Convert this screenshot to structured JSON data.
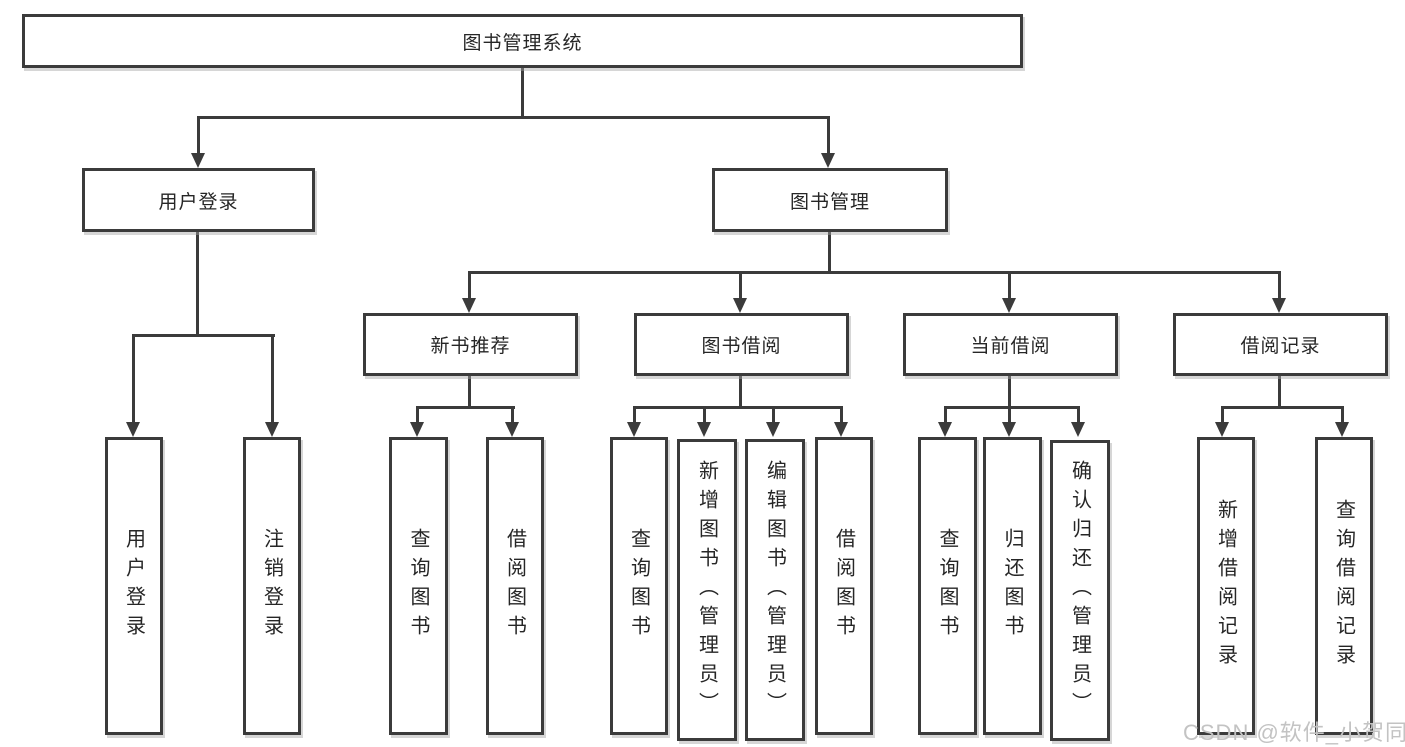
{
  "page": {
    "background": "#ffffff",
    "line_color": "#3b3b3b",
    "text_color": "#262626",
    "watermark_color": "#c3c3c3"
  },
  "diagram": {
    "type": "tree",
    "root": {
      "label": "图书管理系统"
    },
    "level2": [
      {
        "label": "用户登录"
      },
      {
        "label": "图书管理"
      }
    ],
    "login_children": [
      {
        "label": "用户登录"
      },
      {
        "label": "注销登录"
      }
    ],
    "modules": [
      {
        "label": "新书推荐",
        "children": [
          {
            "label": "查询图书"
          },
          {
            "label": "借阅图书"
          }
        ]
      },
      {
        "label": "图书借阅",
        "children": [
          {
            "label": "查询图书"
          },
          {
            "label": "新增图书（管理员）"
          },
          {
            "label": "编辑图书（管理员）"
          },
          {
            "label": "借阅图书"
          }
        ]
      },
      {
        "label": "当前借阅",
        "children": [
          {
            "label": "查询图书"
          },
          {
            "label": "归还图书"
          },
          {
            "label": "确认归还（管理员）"
          }
        ]
      },
      {
        "label": "借阅记录",
        "children": [
          {
            "label": "新增借阅记录"
          },
          {
            "label": "查询借阅记录"
          }
        ]
      }
    ]
  },
  "watermark": {
    "text": "CSDN @软件_小贺同学"
  }
}
